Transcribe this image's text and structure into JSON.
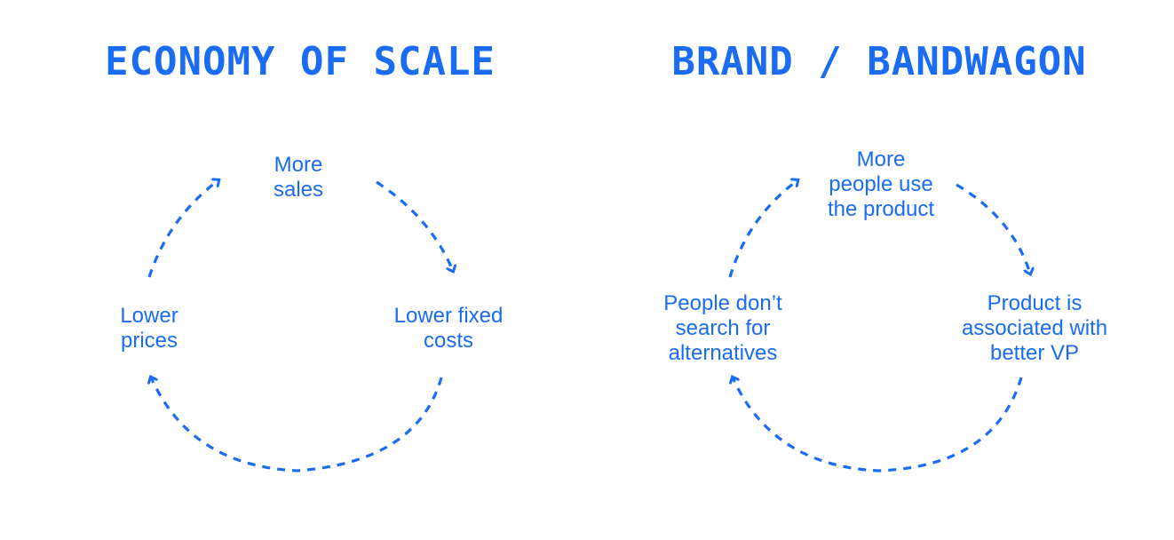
{
  "diagrams": [
    {
      "title": "ECONOMY OF SCALE",
      "nodes": {
        "top": [
          "More",
          "sales"
        ],
        "right": [
          "Lower fixed",
          "costs"
        ],
        "left": [
          "Lower",
          "prices"
        ]
      }
    },
    {
      "title": "BRAND / BANDWAGON",
      "nodes": {
        "top": [
          "More",
          "people use",
          "the product"
        ],
        "right": [
          "Product is",
          "associated with",
          "better VP"
        ],
        "left": [
          "People don’t",
          "search for",
          "alternatives"
        ]
      }
    }
  ],
  "colors": {
    "accent": "#1a6cf2"
  }
}
